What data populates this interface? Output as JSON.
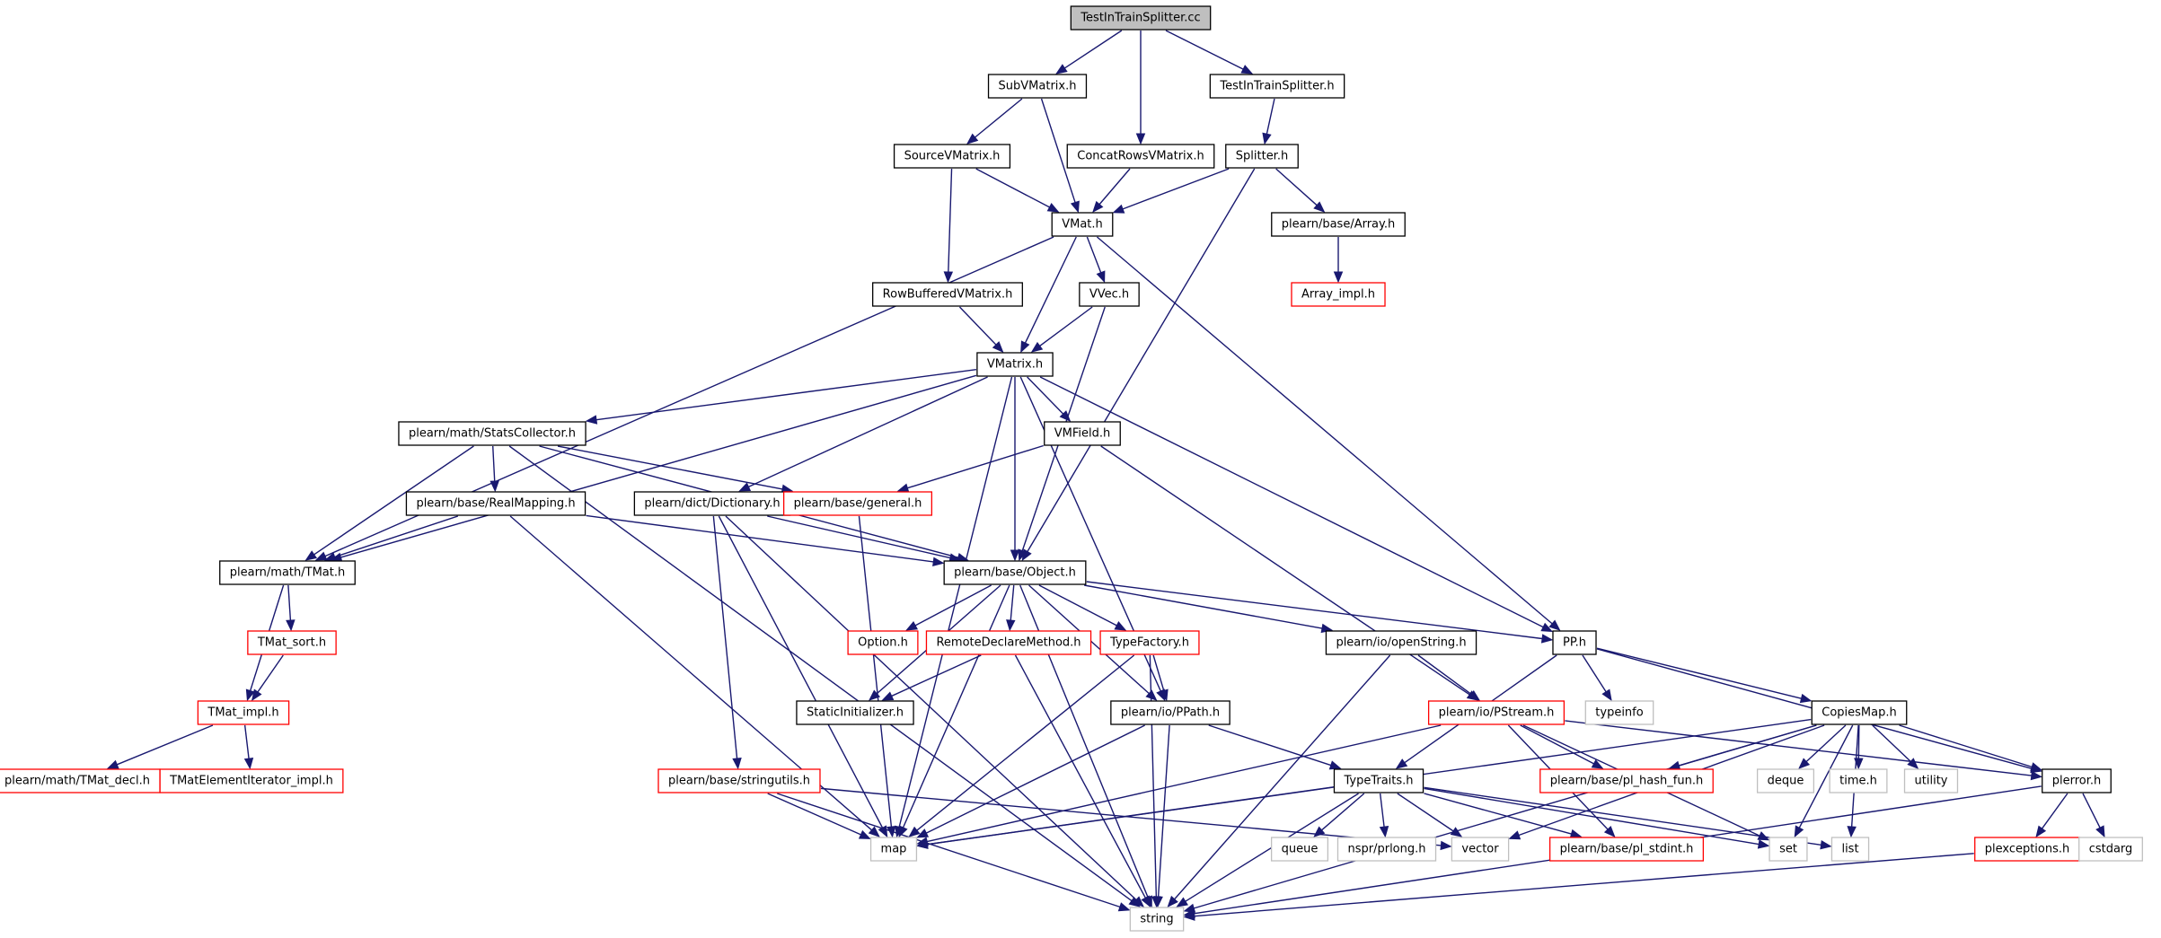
{
  "diagram": {
    "nodes": [
      {
        "id": "root",
        "label": "TestInTrainSplitter.cc",
        "style": "root"
      },
      {
        "id": "subv",
        "label": "SubVMatrix.h",
        "style": "normal"
      },
      {
        "id": "concat",
        "label": "ConcatRowsVMatrix.h",
        "style": "normal"
      },
      {
        "id": "tits",
        "label": "TestInTrainSplitter.h",
        "style": "normal"
      },
      {
        "id": "sourcev",
        "label": "SourceVMatrix.h",
        "style": "normal"
      },
      {
        "id": "splitter",
        "label": "Splitter.h",
        "style": "normal"
      },
      {
        "id": "vmat",
        "label": "VMat.h",
        "style": "normal"
      },
      {
        "id": "array",
        "label": "plearn/base/Array.h",
        "style": "normal"
      },
      {
        "id": "arrayimpl",
        "label": "Array_impl.h",
        "style": "red"
      },
      {
        "id": "rowbuf",
        "label": "RowBufferedVMatrix.h",
        "style": "normal"
      },
      {
        "id": "vvec",
        "label": "VVec.h",
        "style": "normal"
      },
      {
        "id": "vmatrix",
        "label": "VMatrix.h",
        "style": "normal"
      },
      {
        "id": "stats",
        "label": "plearn/math/StatsCollector.h",
        "style": "normal"
      },
      {
        "id": "vmfield",
        "label": "VMField.h",
        "style": "normal"
      },
      {
        "id": "realmap",
        "label": "plearn/base/RealMapping.h",
        "style": "normal"
      },
      {
        "id": "dict",
        "label": "plearn/dict/Dictionary.h",
        "style": "normal"
      },
      {
        "id": "general",
        "label": "plearn/base/general.h",
        "style": "red"
      },
      {
        "id": "tmat",
        "label": "plearn/math/TMat.h",
        "style": "normal"
      },
      {
        "id": "object",
        "label": "plearn/base/Object.h",
        "style": "normal"
      },
      {
        "id": "tmatsort",
        "label": "TMat_sort.h",
        "style": "red"
      },
      {
        "id": "option",
        "label": "Option.h",
        "style": "red"
      },
      {
        "id": "remote",
        "label": "RemoteDeclareMethod.h",
        "style": "red"
      },
      {
        "id": "typefactory",
        "label": "TypeFactory.h",
        "style": "red"
      },
      {
        "id": "openstring",
        "label": "plearn/io/openString.h",
        "style": "normal"
      },
      {
        "id": "pp",
        "label": "PP.h",
        "style": "normal"
      },
      {
        "id": "tmatimpl",
        "label": "TMat_impl.h",
        "style": "red"
      },
      {
        "id": "staticinit",
        "label": "StaticInitializer.h",
        "style": "normal"
      },
      {
        "id": "ppath",
        "label": "plearn/io/PPath.h",
        "style": "normal"
      },
      {
        "id": "pstream",
        "label": "plearn/io/PStream.h",
        "style": "red"
      },
      {
        "id": "typeinfo",
        "label": "typeinfo",
        "style": "gray"
      },
      {
        "id": "copiesmap",
        "label": "CopiesMap.h",
        "style": "normal"
      },
      {
        "id": "tmatdecl",
        "label": "plearn/math/TMat_decl.h",
        "style": "red"
      },
      {
        "id": "tmateli",
        "label": "TMatElementIterator_impl.h",
        "style": "red"
      },
      {
        "id": "stringutils",
        "label": "plearn/base/stringutils.h",
        "style": "red"
      },
      {
        "id": "typetraits",
        "label": "TypeTraits.h",
        "style": "normal"
      },
      {
        "id": "hashfun",
        "label": "plearn/base/pl_hash_fun.h",
        "style": "red"
      },
      {
        "id": "deque",
        "label": "deque",
        "style": "gray"
      },
      {
        "id": "timeh",
        "label": "time.h",
        "style": "gray"
      },
      {
        "id": "utility",
        "label": "utility",
        "style": "gray"
      },
      {
        "id": "plerror",
        "label": "plerror.h",
        "style": "normal"
      },
      {
        "id": "map",
        "label": "map",
        "style": "gray"
      },
      {
        "id": "queue",
        "label": "queue",
        "style": "gray"
      },
      {
        "id": "prlong",
        "label": "nspr/prlong.h",
        "style": "gray"
      },
      {
        "id": "vector",
        "label": "vector",
        "style": "gray"
      },
      {
        "id": "stdint",
        "label": "plearn/base/pl_stdint.h",
        "style": "red"
      },
      {
        "id": "set",
        "label": "set",
        "style": "gray"
      },
      {
        "id": "list",
        "label": "list",
        "style": "gray"
      },
      {
        "id": "plexceptions",
        "label": "plexceptions.h",
        "style": "red"
      },
      {
        "id": "cstdarg",
        "label": "cstdarg",
        "style": "gray"
      },
      {
        "id": "string",
        "label": "string",
        "style": "gray"
      }
    ],
    "edges": [
      [
        "root",
        "subv"
      ],
      [
        "root",
        "concat"
      ],
      [
        "root",
        "tits"
      ],
      [
        "subv",
        "sourcev"
      ],
      [
        "subv",
        "vmat"
      ],
      [
        "concat",
        "vmat"
      ],
      [
        "tits",
        "splitter"
      ],
      [
        "sourcev",
        "vmat"
      ],
      [
        "sourcev",
        "rowbuf"
      ],
      [
        "splitter",
        "vmat"
      ],
      [
        "splitter",
        "array"
      ],
      [
        "splitter",
        "object"
      ],
      [
        "array",
        "arrayimpl"
      ],
      [
        "vmat",
        "tmat"
      ],
      [
        "vmat",
        "vvec"
      ],
      [
        "vmat",
        "vmatrix"
      ],
      [
        "vmat",
        "pp"
      ],
      [
        "rowbuf",
        "vmatrix"
      ],
      [
        "vvec",
        "vmatrix"
      ],
      [
        "vvec",
        "object"
      ],
      [
        "vmatrix",
        "stats"
      ],
      [
        "vmatrix",
        "tmat"
      ],
      [
        "vmatrix",
        "dict"
      ],
      [
        "vmatrix",
        "vmfield"
      ],
      [
        "vmatrix",
        "object"
      ],
      [
        "vmatrix",
        "map"
      ],
      [
        "vmatrix",
        "ppath"
      ],
      [
        "vmatrix",
        "pp"
      ],
      [
        "stats",
        "realmap"
      ],
      [
        "stats",
        "tmat"
      ],
      [
        "stats",
        "general"
      ],
      [
        "stats",
        "object"
      ],
      [
        "stats",
        "string"
      ],
      [
        "vmfield",
        "general"
      ],
      [
        "vmfield",
        "pstream"
      ],
      [
        "realmap",
        "tmat"
      ],
      [
        "realmap",
        "object"
      ],
      [
        "realmap",
        "map"
      ],
      [
        "dict",
        "object"
      ],
      [
        "dict",
        "stringutils"
      ],
      [
        "dict",
        "map"
      ],
      [
        "dict",
        "string"
      ],
      [
        "general",
        "map"
      ],
      [
        "tmat",
        "tmatsort"
      ],
      [
        "tmat",
        "tmatimpl"
      ],
      [
        "tmatsort",
        "tmatimpl"
      ],
      [
        "tmatimpl",
        "tmatdecl"
      ],
      [
        "tmatimpl",
        "tmateli"
      ],
      [
        "object",
        "option"
      ],
      [
        "object",
        "remote"
      ],
      [
        "object",
        "typefactory"
      ],
      [
        "object",
        "openstring"
      ],
      [
        "object",
        "pp"
      ],
      [
        "object",
        "staticinit"
      ],
      [
        "object",
        "ppath"
      ],
      [
        "object",
        "map"
      ],
      [
        "object",
        "string"
      ],
      [
        "remote",
        "staticinit"
      ],
      [
        "remote",
        "string"
      ],
      [
        "typefactory",
        "ppath"
      ],
      [
        "typefactory",
        "map"
      ],
      [
        "typefactory",
        "string"
      ],
      [
        "openstring",
        "pstream"
      ],
      [
        "openstring",
        "string"
      ],
      [
        "pp",
        "typeinfo"
      ],
      [
        "pp",
        "copiesmap"
      ],
      [
        "pp",
        "plerror"
      ],
      [
        "pp",
        "typetraits"
      ],
      [
        "ppath",
        "typetraits"
      ],
      [
        "ppath",
        "map"
      ],
      [
        "ppath",
        "string"
      ],
      [
        "pstream",
        "hashfun"
      ],
      [
        "pstream",
        "plerror"
      ],
      [
        "pstream",
        "map"
      ],
      [
        "pstream",
        "stdint"
      ],
      [
        "pstream",
        "set"
      ],
      [
        "copiesmap",
        "hashfun"
      ],
      [
        "copiesmap",
        "deque"
      ],
      [
        "copiesmap",
        "timeh"
      ],
      [
        "copiesmap",
        "utility"
      ],
      [
        "copiesmap",
        "plerror"
      ],
      [
        "copiesmap",
        "map"
      ],
      [
        "copiesmap",
        "vector"
      ],
      [
        "copiesmap",
        "set"
      ],
      [
        "copiesmap",
        "list"
      ],
      [
        "copiesmap",
        "string"
      ],
      [
        "stringutils",
        "map"
      ],
      [
        "stringutils",
        "vector"
      ],
      [
        "stringutils",
        "string"
      ],
      [
        "typetraits",
        "queue"
      ],
      [
        "typetraits",
        "prlong"
      ],
      [
        "typetraits",
        "vector"
      ],
      [
        "typetraits",
        "stdint"
      ],
      [
        "typetraits",
        "set"
      ],
      [
        "typetraits",
        "list"
      ],
      [
        "typetraits",
        "map"
      ],
      [
        "typetraits",
        "string"
      ],
      [
        "plerror",
        "plexceptions"
      ],
      [
        "plerror",
        "cstdarg"
      ],
      [
        "plerror",
        "string"
      ],
      [
        "plexceptions",
        "string"
      ]
    ]
  }
}
